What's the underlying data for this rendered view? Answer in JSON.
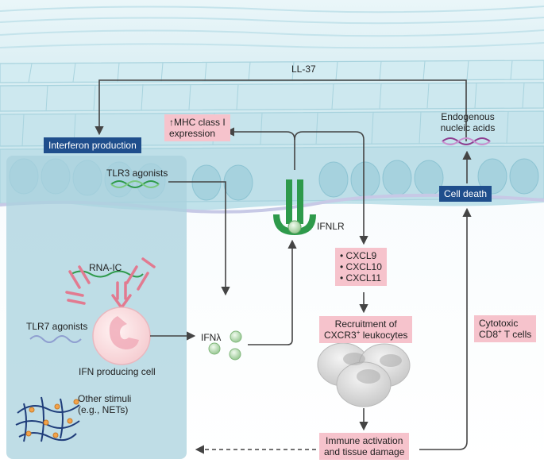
{
  "labels": {
    "ll37": "LL-37",
    "interferon_production": "Interferon production",
    "mhc_arrow": "↑",
    "mhc_line1": "MHC class I",
    "mhc_line2": "expression",
    "endogenous_line1": "Endogenous",
    "endogenous_line2": "nucleic acids",
    "cell_death": "Cell death",
    "tlr3_agonists": "TLR3 agonists",
    "ifnlr": "IFNLR",
    "rna_ic": "RNA-IC",
    "cxcl9": "• CXCL9",
    "cxcl10": "• CXCL10",
    "cxcl11": "• CXCL11",
    "tlr7_agonists": "TLR7 agonists",
    "ifn_lambda": "IFNλ",
    "ifn_producing_cell": "IFN producing cell",
    "recruitment_line1": "Recruitment of",
    "recruitment_line2_a": "CXCR3",
    "recruitment_sup": "+",
    "recruitment_line2_b": " leukocytes",
    "cytotoxic_line1": "Cytotoxic",
    "cytotoxic_line2_a": "CD8",
    "cytotoxic_sup": "+",
    "cytotoxic_line2_b": " T cells",
    "other_stimuli_line1": "Other stimuli",
    "other_stimuli_line2": "(e.g., NETs)",
    "immune_line1": "Immune activation",
    "immune_line2": "and tissue damage"
  },
  "colors": {
    "navy_box": "#1f4e8c",
    "pink_box": "#f6c3cc",
    "skin": "#cfe9f0",
    "dermis_panel": "#a9d2dd",
    "receptor_green": "#2e9a4b",
    "arrow": "#444444"
  }
}
